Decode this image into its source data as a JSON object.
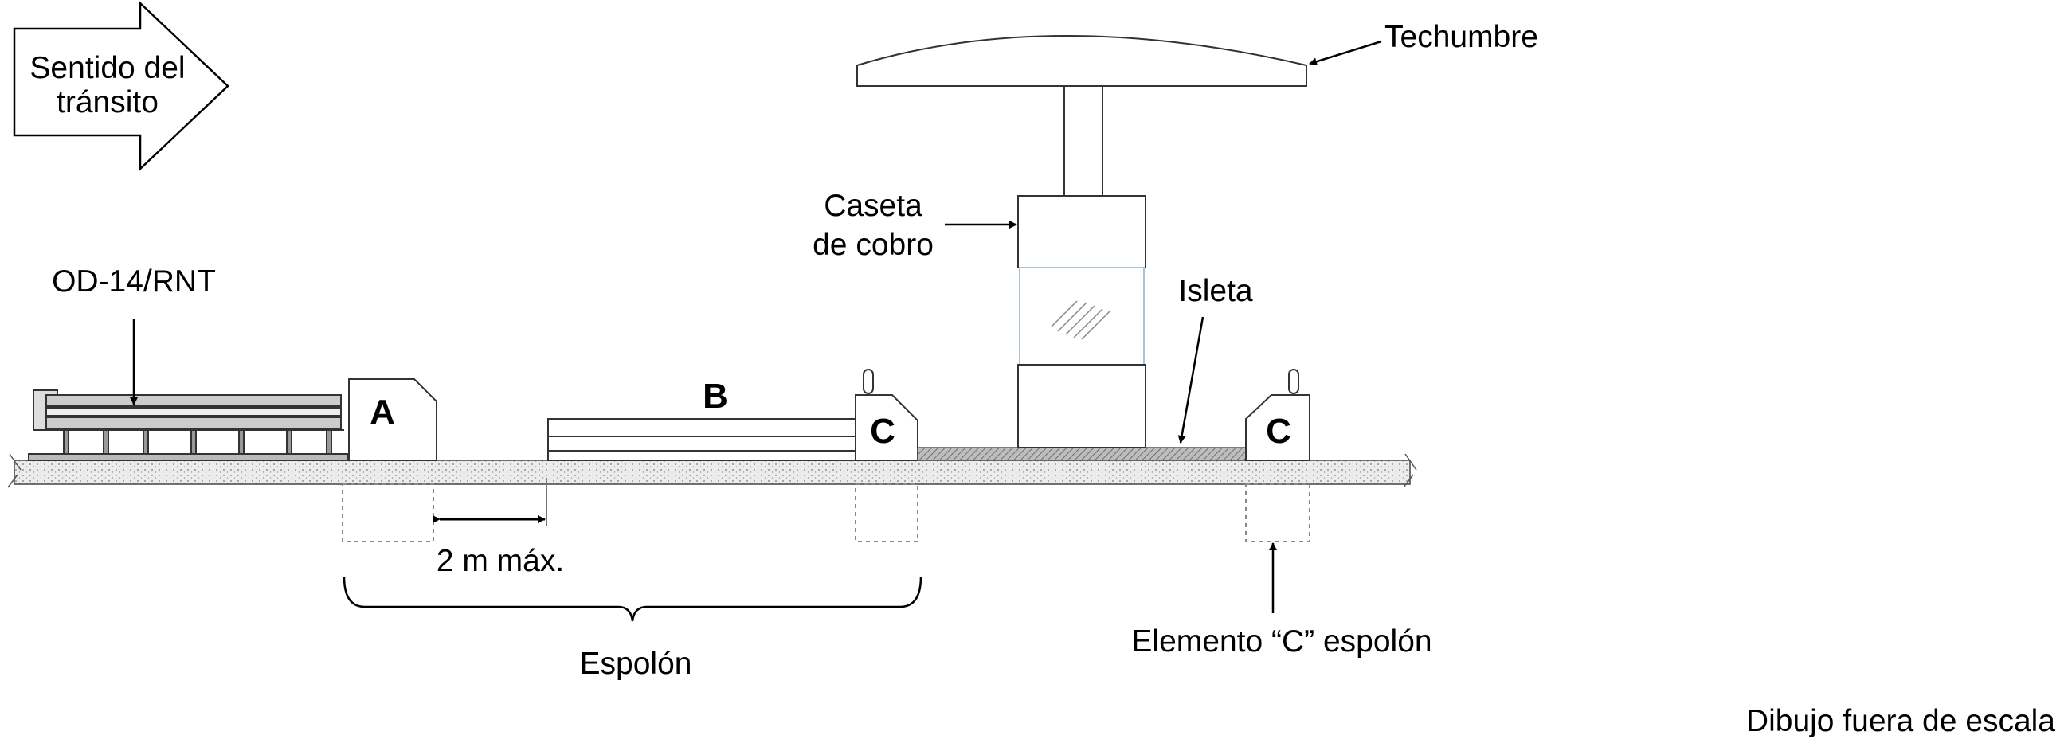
{
  "labels": {
    "direction_line1": "Sentido del",
    "direction_line2": "tránsito",
    "od14": "OD-14/RNT",
    "element_a": "A",
    "element_b": "B",
    "element_c1": "C",
    "element_c2": "C",
    "techumbre": "Techumbre",
    "caseta_line1": "Caseta",
    "caseta_line2": "de cobro",
    "isleta": "Isleta",
    "distance": "2 m máx.",
    "espolon": "Espolón",
    "elemento_c": "Elemento “C” espolón",
    "scale_note": "Dibujo fuera de escala"
  }
}
